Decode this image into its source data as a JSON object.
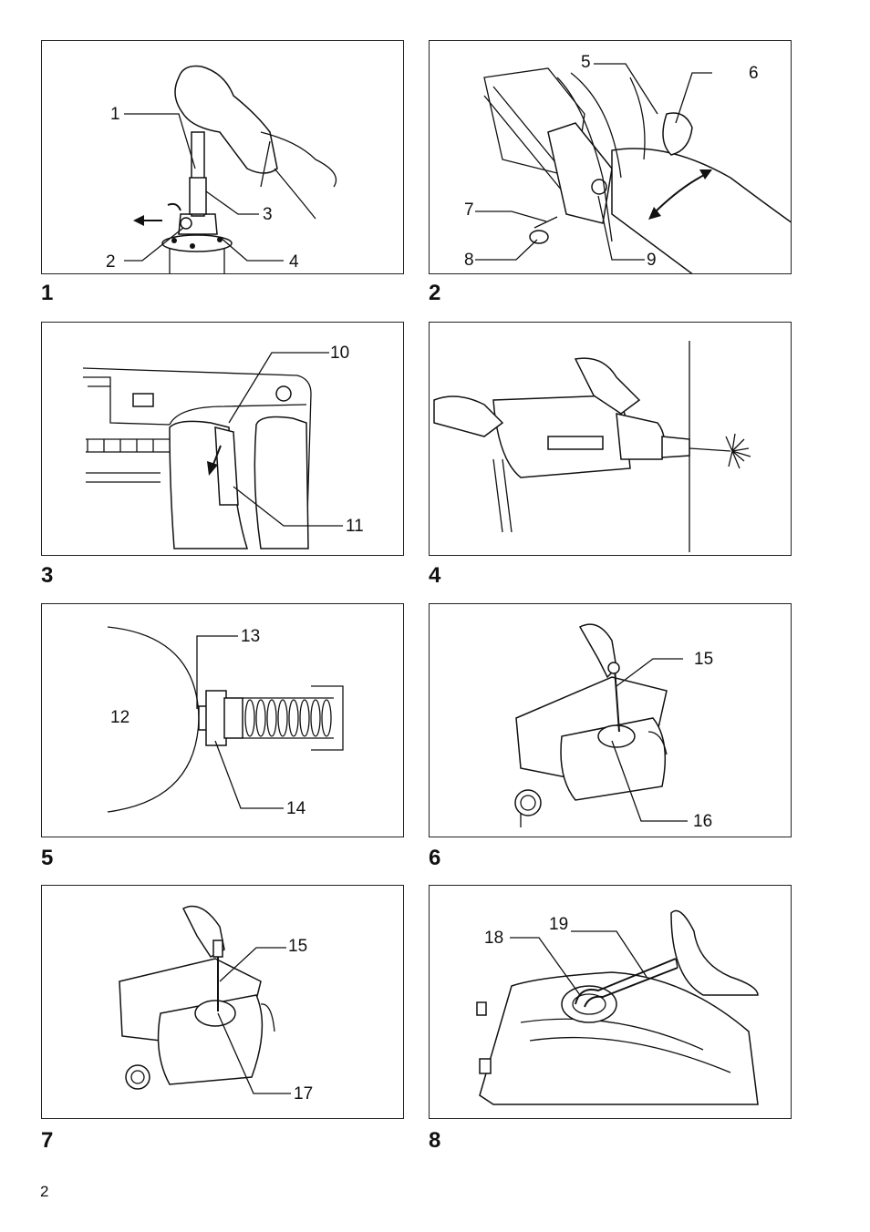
{
  "figures": [
    {
      "number": "1",
      "callouts": [
        "1",
        "2",
        "3",
        "4"
      ]
    },
    {
      "number": "2",
      "callouts": [
        "5",
        "6",
        "7",
        "8",
        "9"
      ]
    },
    {
      "number": "3",
      "callouts": [
        "10",
        "11"
      ]
    },
    {
      "number": "4",
      "callouts": []
    },
    {
      "number": "5",
      "callouts": [
        "13",
        "12",
        "14"
      ]
    },
    {
      "number": "6",
      "callouts": [
        "15",
        "16"
      ]
    },
    {
      "number": "7",
      "callouts": [
        "15",
        "17"
      ]
    },
    {
      "number": "8",
      "callouts": [
        "19",
        "18"
      ]
    }
  ],
  "page_number": "2"
}
